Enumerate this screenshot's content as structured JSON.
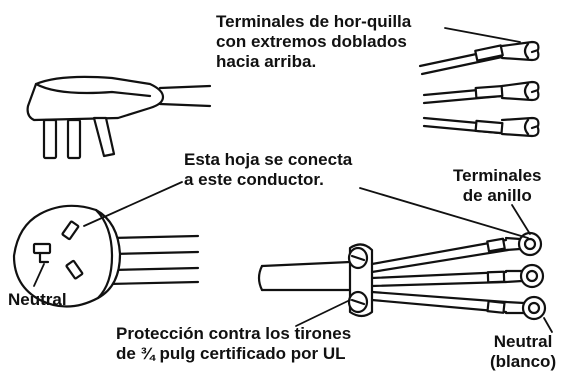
{
  "labels": {
    "fork_terminals": [
      "Terminales de hor-quilla",
      "con extremos doblados",
      "hacia arriba."
    ],
    "blade_note": [
      "Esta hoja se conecta",
      "a este conductor."
    ],
    "ring_terminals": [
      "Terminales",
      "de anillo"
    ],
    "neutral_left": "Neutral",
    "strain_relief": [
      "Protección contra los tirones",
      "de ¾ pulg certificado por UL"
    ],
    "neutral_right": [
      "Neutral",
      "(blanco)"
    ]
  },
  "colors": {
    "ink": "#111111",
    "background": "#ffffff"
  }
}
